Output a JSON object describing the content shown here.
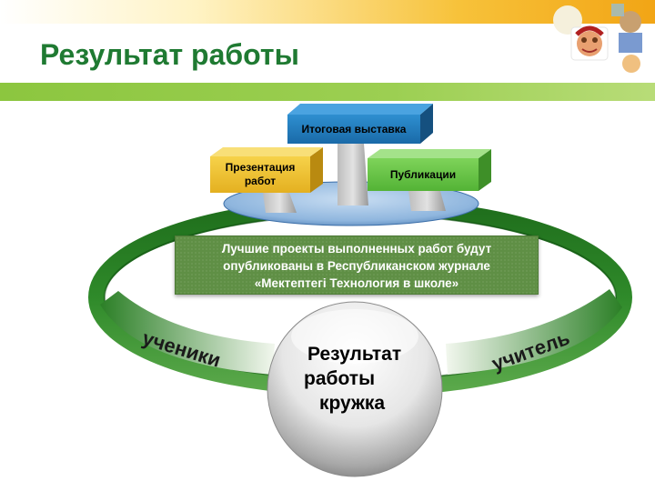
{
  "title": "Результат работы",
  "blocks": {
    "exhibition": "Итоговая выставка",
    "presentation": [
      "Презентация",
      "работ"
    ],
    "publications": "Публикации"
  },
  "callout": [
    "Лучшие проекты выполненных работ будут",
    "опубликованы в Республиканском журнале",
    "«Мектептегі Технология в школе»"
  ],
  "ring_labels": {
    "left": "ученики",
    "right": "учитель"
  },
  "center": [
    "Результат",
    "работы",
    "кружка"
  ],
  "colors": {
    "title": "#1f7a32",
    "band": "#8cc63f",
    "ring": "#2f8a2a",
    "exhibition": "#1f78bd",
    "presentation": "#eec23a",
    "publications": "#66c346"
  }
}
